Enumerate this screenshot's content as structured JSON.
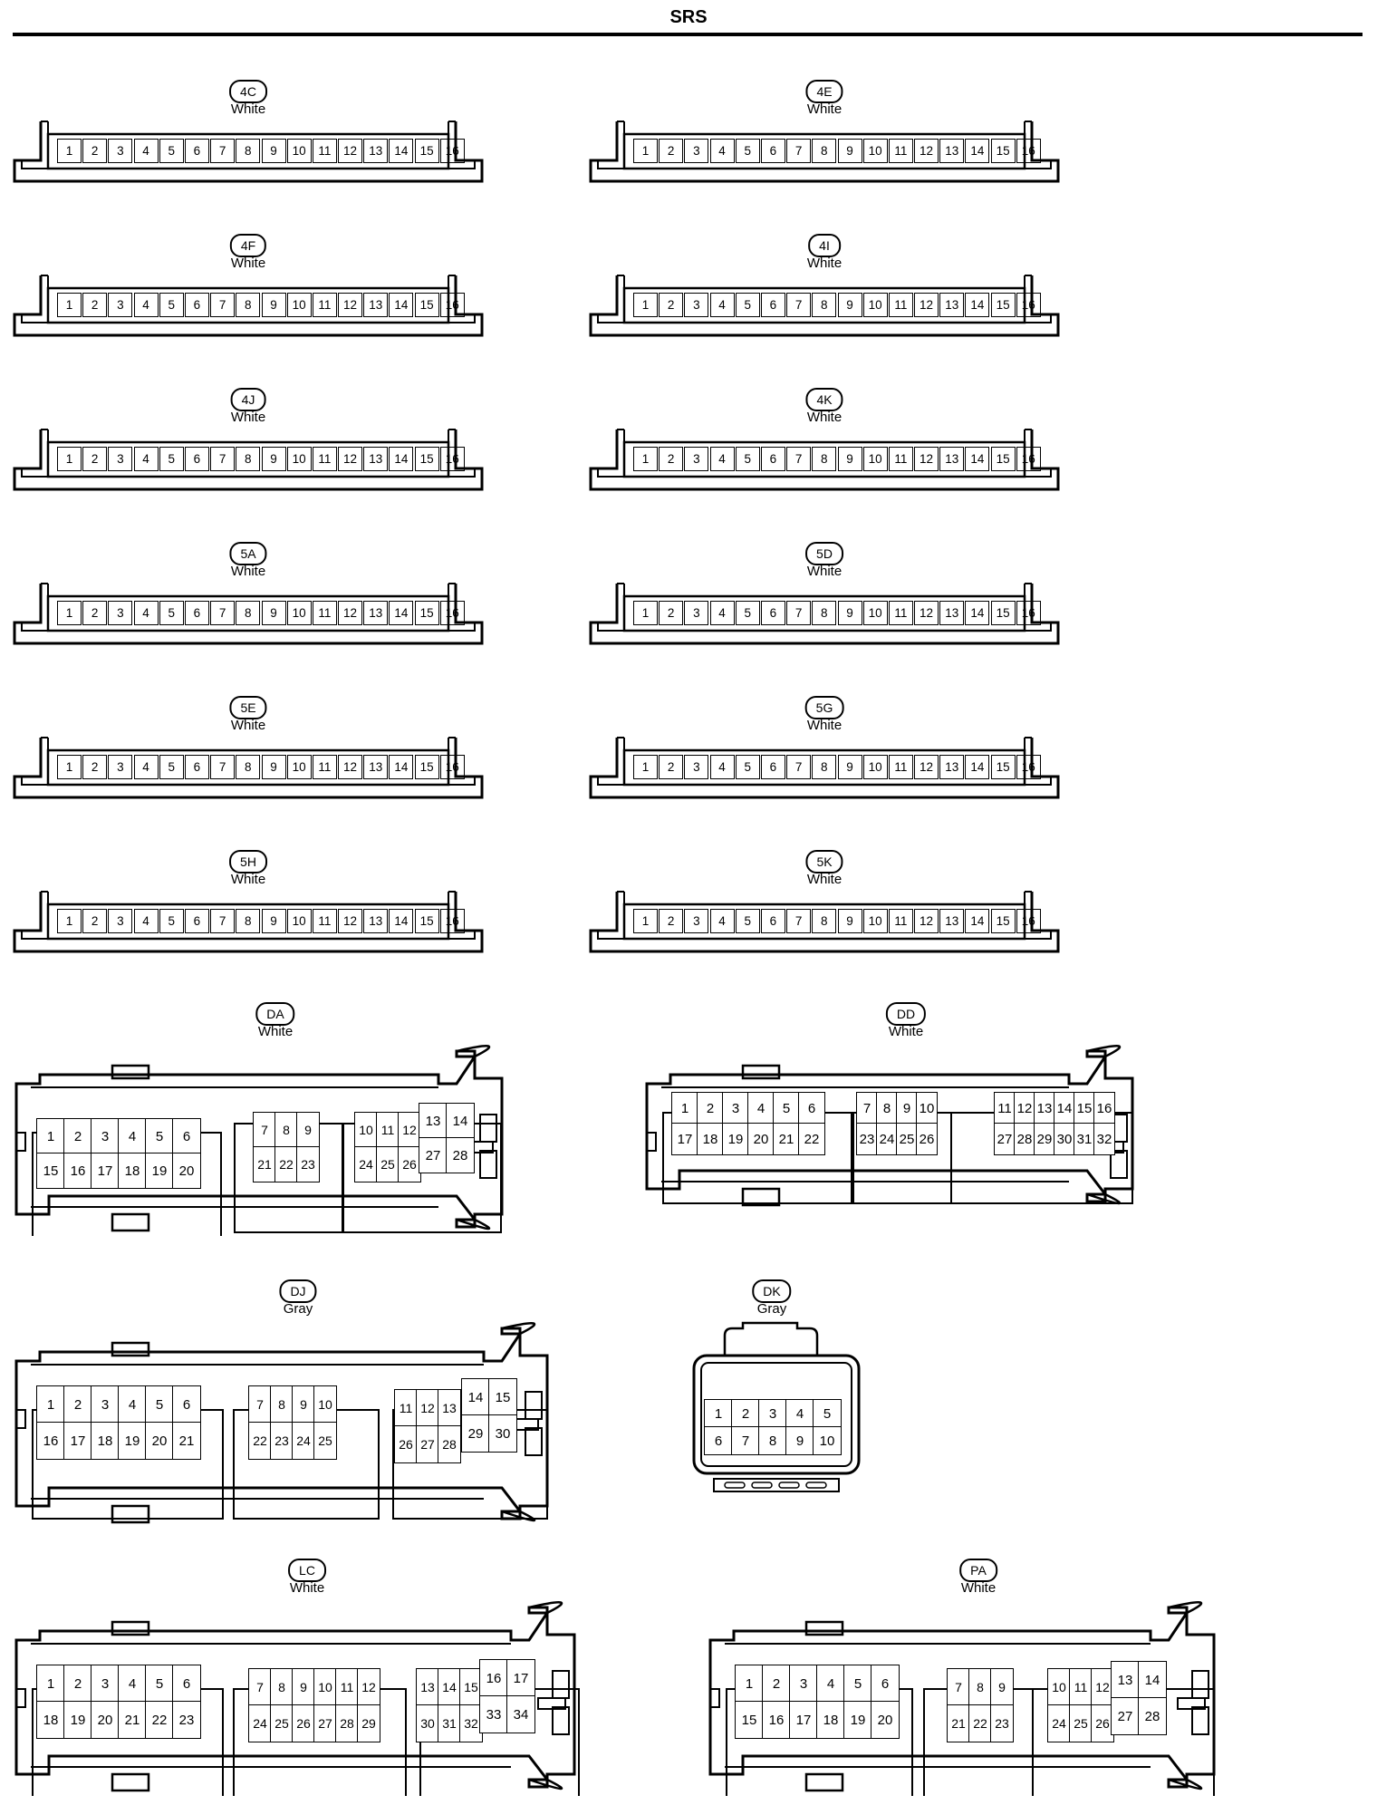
{
  "page": {
    "title": "SRS"
  },
  "strip_connectors": [
    {
      "id": "4C",
      "color": "White",
      "pins": [
        "1",
        "2",
        "3",
        "4",
        "5",
        "6",
        "7",
        "8",
        "9",
        "10",
        "11",
        "12",
        "13",
        "14",
        "15",
        "16"
      ]
    },
    {
      "id": "4E",
      "color": "White",
      "pins": [
        "1",
        "2",
        "3",
        "4",
        "5",
        "6",
        "7",
        "8",
        "9",
        "10",
        "11",
        "12",
        "13",
        "14",
        "15",
        "16"
      ]
    },
    {
      "id": "4F",
      "color": "White",
      "pins": [
        "1",
        "2",
        "3",
        "4",
        "5",
        "6",
        "7",
        "8",
        "9",
        "10",
        "11",
        "12",
        "13",
        "14",
        "15",
        "16"
      ]
    },
    {
      "id": "4I",
      "color": "White",
      "pins": [
        "1",
        "2",
        "3",
        "4",
        "5",
        "6",
        "7",
        "8",
        "9",
        "10",
        "11",
        "12",
        "13",
        "14",
        "15",
        "16"
      ]
    },
    {
      "id": "4J",
      "color": "White",
      "pins": [
        "1",
        "2",
        "3",
        "4",
        "5",
        "6",
        "7",
        "8",
        "9",
        "10",
        "11",
        "12",
        "13",
        "14",
        "15",
        "16"
      ]
    },
    {
      "id": "4K",
      "color": "White",
      "pins": [
        "1",
        "2",
        "3",
        "4",
        "5",
        "6",
        "7",
        "8",
        "9",
        "10",
        "11",
        "12",
        "13",
        "14",
        "15",
        "16"
      ]
    },
    {
      "id": "5A",
      "color": "White",
      "pins": [
        "1",
        "2",
        "3",
        "4",
        "5",
        "6",
        "7",
        "8",
        "9",
        "10",
        "11",
        "12",
        "13",
        "14",
        "15",
        "16"
      ]
    },
    {
      "id": "5D",
      "color": "White",
      "pins": [
        "1",
        "2",
        "3",
        "4",
        "5",
        "6",
        "7",
        "8",
        "9",
        "10",
        "11",
        "12",
        "13",
        "14",
        "15",
        "16"
      ]
    },
    {
      "id": "5E",
      "color": "White",
      "pins": [
        "1",
        "2",
        "3",
        "4",
        "5",
        "6",
        "7",
        "8",
        "9",
        "10",
        "11",
        "12",
        "13",
        "14",
        "15",
        "16"
      ]
    },
    {
      "id": "5G",
      "color": "White",
      "pins": [
        "1",
        "2",
        "3",
        "4",
        "5",
        "6",
        "7",
        "8",
        "9",
        "10",
        "11",
        "12",
        "13",
        "14",
        "15",
        "16"
      ]
    },
    {
      "id": "5H",
      "color": "White",
      "pins": [
        "1",
        "2",
        "3",
        "4",
        "5",
        "6",
        "7",
        "8",
        "9",
        "10",
        "11",
        "12",
        "13",
        "14",
        "15",
        "16"
      ]
    },
    {
      "id": "5K",
      "color": "White",
      "pins": [
        "1",
        "2",
        "3",
        "4",
        "5",
        "6",
        "7",
        "8",
        "9",
        "10",
        "11",
        "12",
        "13",
        "14",
        "15",
        "16"
      ]
    }
  ],
  "large_connectors": {
    "DA": {
      "id": "DA",
      "color": "White",
      "groups": [
        {
          "rows": [
            [
              "1",
              "2",
              "3",
              "4",
              "5",
              "6"
            ],
            [
              "15",
              "16",
              "17",
              "18",
              "19",
              "20"
            ]
          ]
        },
        {
          "rows": [
            [
              "7",
              "8",
              "9"
            ],
            [
              "21",
              "22",
              "23"
            ]
          ]
        },
        {
          "rows": [
            [
              "10",
              "11",
              "12"
            ],
            [
              "24",
              "25",
              "26"
            ]
          ]
        },
        {
          "rows": [
            [
              "13",
              "14"
            ],
            [
              "27",
              "28"
            ]
          ]
        }
      ]
    },
    "DD": {
      "id": "DD",
      "color": "White",
      "groups": [
        {
          "rows": [
            [
              "1",
              "2",
              "3",
              "4",
              "5",
              "6"
            ],
            [
              "17",
              "18",
              "19",
              "20",
              "21",
              "22"
            ]
          ]
        },
        {
          "rows": [
            [
              "7",
              "8",
              "9",
              "10"
            ],
            [
              "23",
              "24",
              "25",
              "26"
            ]
          ]
        },
        {
          "rows": [
            [
              "11",
              "12",
              "13",
              "14",
              "15",
              "16"
            ],
            [
              "27",
              "28",
              "29",
              "30",
              "31",
              "32"
            ]
          ]
        }
      ]
    },
    "DJ": {
      "id": "DJ",
      "color": "Gray",
      "groups": [
        {
          "rows": [
            [
              "1",
              "2",
              "3",
              "4",
              "5",
              "6"
            ],
            [
              "16",
              "17",
              "18",
              "19",
              "20",
              "21"
            ]
          ]
        },
        {
          "rows": [
            [
              "7",
              "8",
              "9",
              "10"
            ],
            [
              "22",
              "23",
              "24",
              "25"
            ]
          ]
        },
        {
          "rows": [
            [
              "11",
              "12",
              "13"
            ],
            [
              "26",
              "27",
              "28"
            ]
          ]
        },
        {
          "rows": [
            [
              "14",
              "15"
            ],
            [
              "29",
              "30"
            ]
          ]
        }
      ]
    },
    "DK": {
      "id": "DK",
      "color": "Gray",
      "groups": [
        {
          "rows": [
            [
              "1",
              "2",
              "3",
              "4",
              "5"
            ],
            [
              "6",
              "7",
              "8",
              "9",
              "10"
            ]
          ]
        }
      ]
    },
    "LC": {
      "id": "LC",
      "color": "White",
      "groups": [
        {
          "rows": [
            [
              "1",
              "2",
              "3",
              "4",
              "5",
              "6"
            ],
            [
              "18",
              "19",
              "20",
              "21",
              "22",
              "23"
            ]
          ]
        },
        {
          "rows": [
            [
              "7",
              "8",
              "9",
              "10",
              "11",
              "12"
            ],
            [
              "24",
              "25",
              "26",
              "27",
              "28",
              "29"
            ]
          ]
        },
        {
          "rows": [
            [
              "13",
              "14",
              "15"
            ],
            [
              "30",
              "31",
              "32"
            ]
          ]
        },
        {
          "rows": [
            [
              "16",
              "17"
            ],
            [
              "33",
              "34"
            ]
          ]
        }
      ]
    },
    "PA": {
      "id": "PA",
      "color": "White",
      "groups": [
        {
          "rows": [
            [
              "1",
              "2",
              "3",
              "4",
              "5",
              "6"
            ],
            [
              "15",
              "16",
              "17",
              "18",
              "19",
              "20"
            ]
          ]
        },
        {
          "rows": [
            [
              "7",
              "8",
              "9"
            ],
            [
              "21",
              "22",
              "23"
            ]
          ]
        },
        {
          "rows": [
            [
              "10",
              "11",
              "12"
            ],
            [
              "24",
              "25",
              "26"
            ]
          ]
        },
        {
          "rows": [
            [
              "13",
              "14"
            ],
            [
              "27",
              "28"
            ]
          ]
        }
      ]
    }
  }
}
